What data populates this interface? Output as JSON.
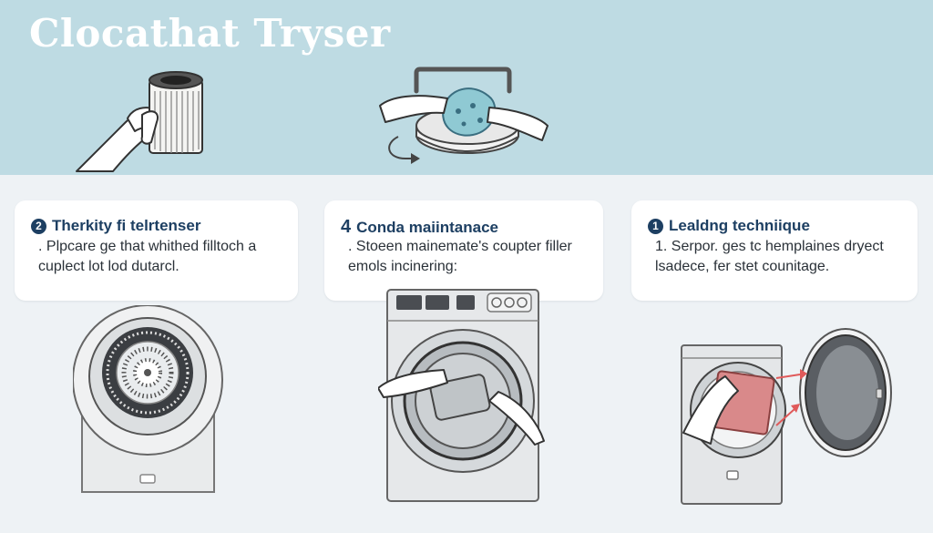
{
  "title": "Clocathat Tryser",
  "steps": [
    {
      "number": "2",
      "title": "Therkity fi telrtenser",
      "body": ". Plpcare ge that whithed filltoch a\ncuplect lot lod dutarcl."
    },
    {
      "number": "4",
      "title": "Conda maiintanace",
      "body": ". Stoeen mainemate's coupter filler\nemols incinering:"
    },
    {
      "number": "1",
      "title": "Lealdng techniique",
      "body": "1. Serpor. ges tc hemplaines dryect\nlsadece, fer stet counitage."
    }
  ],
  "colors": {
    "banner": "#bedbe3",
    "background": "#eef2f5",
    "heading": "#1d3f62",
    "accent_red": "#e05a5a",
    "lint_teal": "#8fc9d3"
  },
  "icons": [
    "filter-cartridge-icon",
    "lint-trap-icon",
    "washer-drum-icon",
    "front-load-washer-icon",
    "open-dryer-door-icon"
  ]
}
